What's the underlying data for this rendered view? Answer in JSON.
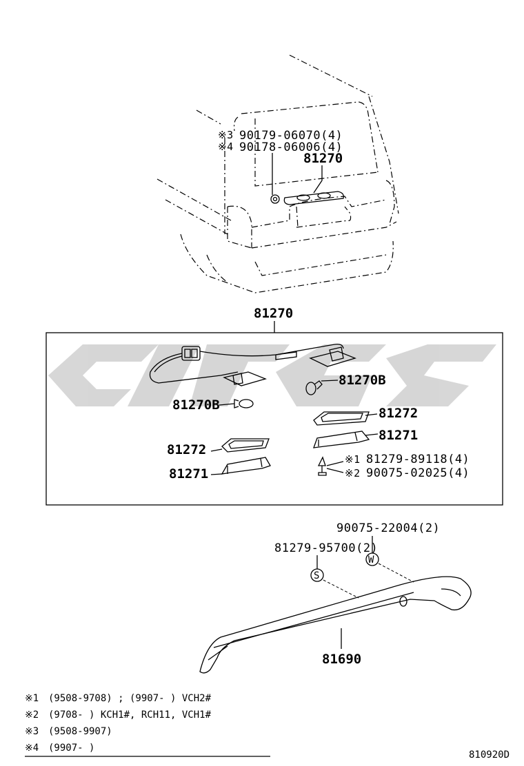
{
  "diagram": {
    "code": "810920D",
    "watermark_colors": {
      "fill": "#d0d0d0"
    },
    "vehicle_callouts": {
      "bolt_line_1_mark": "※3",
      "bolt_line_1": "90179-06070(4)",
      "bolt_line_2_mark": "※4",
      "bolt_line_2": "90178-06006(4)",
      "lamp_assy": "81270"
    },
    "box_title": "81270",
    "box_parts": {
      "bulb_right": "81270B",
      "bulb_left": "81270B",
      "lens_right": "81272",
      "housing_right": "81271",
      "lens_left": "81272",
      "housing_left": "81271",
      "screw_1_mark": "※1",
      "screw_1": "81279-89118(4)",
      "screw_2_mark": "※2",
      "screw_2": "90075-02025(4)"
    },
    "garnish": {
      "nut_w": "90075-22004(2)",
      "nut_s": "81279-95700(2)",
      "w_symbol": "W",
      "s_symbol": "S",
      "garnish_part": "81690"
    },
    "footnotes": [
      {
        "mark": "※1",
        "text": "(9508-9708) ; (9907-      ) VCH2#"
      },
      {
        "mark": "※2",
        "text": "(9708-      ) KCH1#, RCH11, VCH1#"
      },
      {
        "mark": "※3",
        "text": "(9508-9907)"
      },
      {
        "mark": "※4",
        "text": "(9907-      )"
      }
    ]
  }
}
